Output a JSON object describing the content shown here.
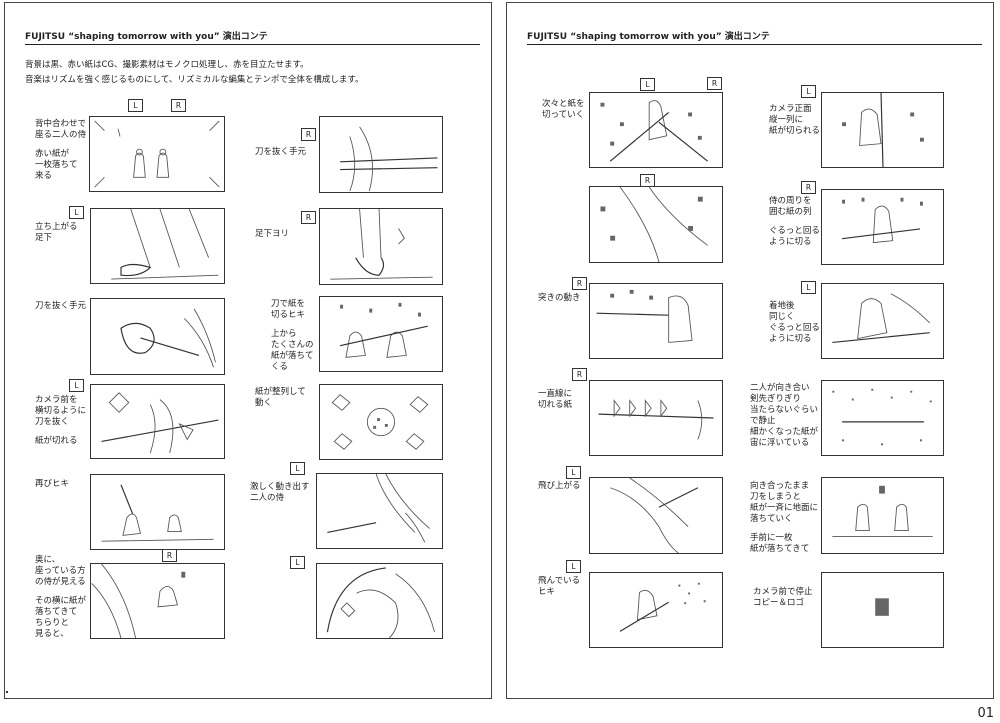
{
  "header": {
    "title": "FUJITSU “shaping tomorrow with you” 演出コンテ"
  },
  "intro": {
    "line1": "背景は黒、赤い紙はCG、撮影素材はモノクロ処理し、赤を目立たせます。",
    "line2": "音楽はリズムを強く感じるものにして、リズミカルな編集とテンポで全体を構成します。"
  },
  "tags": {
    "L": "L",
    "R": "R"
  },
  "left_col1": [
    {
      "lines": [
        "背中合わせで",
        "座る二人の侍"
      ],
      "lines2": [
        "赤い紙が",
        "一枚落ちて",
        "来る"
      ]
    },
    {
      "lines": [
        "立ち上がる",
        "足下"
      ]
    },
    {
      "lines": [
        "刀を抜く手元"
      ]
    },
    {
      "lines": [
        "カメラ前を",
        "横切るように",
        "刀を抜く"
      ],
      "lines2": [
        "紙が切れる"
      ]
    },
    {
      "lines": [
        "再びヒキ"
      ]
    },
    {
      "lines": [
        "奥に、",
        "座っている方",
        "の侍が見える"
      ],
      "lines2": [
        "その横に紙が",
        "落ちてきて",
        "ちらりと",
        "見ると、"
      ]
    }
  ],
  "left_col2": [
    {
      "lines": [
        "刀を抜く手元"
      ]
    },
    {
      "lines": [
        "足下ヨリ"
      ]
    },
    {
      "lines": [
        "刀で紙を",
        "切るヒキ"
      ],
      "lines2": [
        "上から",
        "たくさんの",
        "紙が落ちて",
        "くる"
      ]
    },
    {
      "lines": [
        "紙が整列して",
        "動く"
      ]
    },
    {
      "lines": [
        "激しく動き出す",
        "二人の侍"
      ]
    },
    {
      "lines": []
    }
  ],
  "right_col1": [
    {
      "lines": [
        "次々と紙を",
        "切っていく"
      ]
    },
    {
      "lines": []
    },
    {
      "lines": [
        "突きの動き"
      ]
    },
    {
      "lines": [
        "一直線に",
        "切れる紙"
      ]
    },
    {
      "lines": [
        "飛び上がる"
      ]
    },
    {
      "lines": [
        "飛んでいる",
        "ヒキ"
      ]
    }
  ],
  "right_col2": [
    {
      "lines": [
        "カメラ正面",
        "縦一列に",
        "紙が切られる"
      ]
    },
    {
      "lines": [
        "侍の周りを",
        "囲む紙の列"
      ],
      "lines2": [
        "ぐるっと回る",
        "ように切る"
      ]
    },
    {
      "lines": [
        "着地後",
        "同じく",
        "ぐるっと回る",
        "ように切る"
      ]
    },
    {
      "lines": [
        "二人が向き合い",
        "剣先ぎりぎり",
        "当たらないぐらい",
        "で静止",
        "細かくなった紙が",
        "宙に浮いている"
      ]
    },
    {
      "lines": [
        "向き合ったまま",
        "刀をしまうと",
        "紙が一斉に地面に",
        "落ちていく"
      ],
      "lines2": [
        "手前に一枚",
        "紙が落ちてきて"
      ]
    },
    {
      "lines": [
        "カメラ前で停止",
        "コピー＆ロゴ"
      ]
    }
  ],
  "page_number": "01"
}
